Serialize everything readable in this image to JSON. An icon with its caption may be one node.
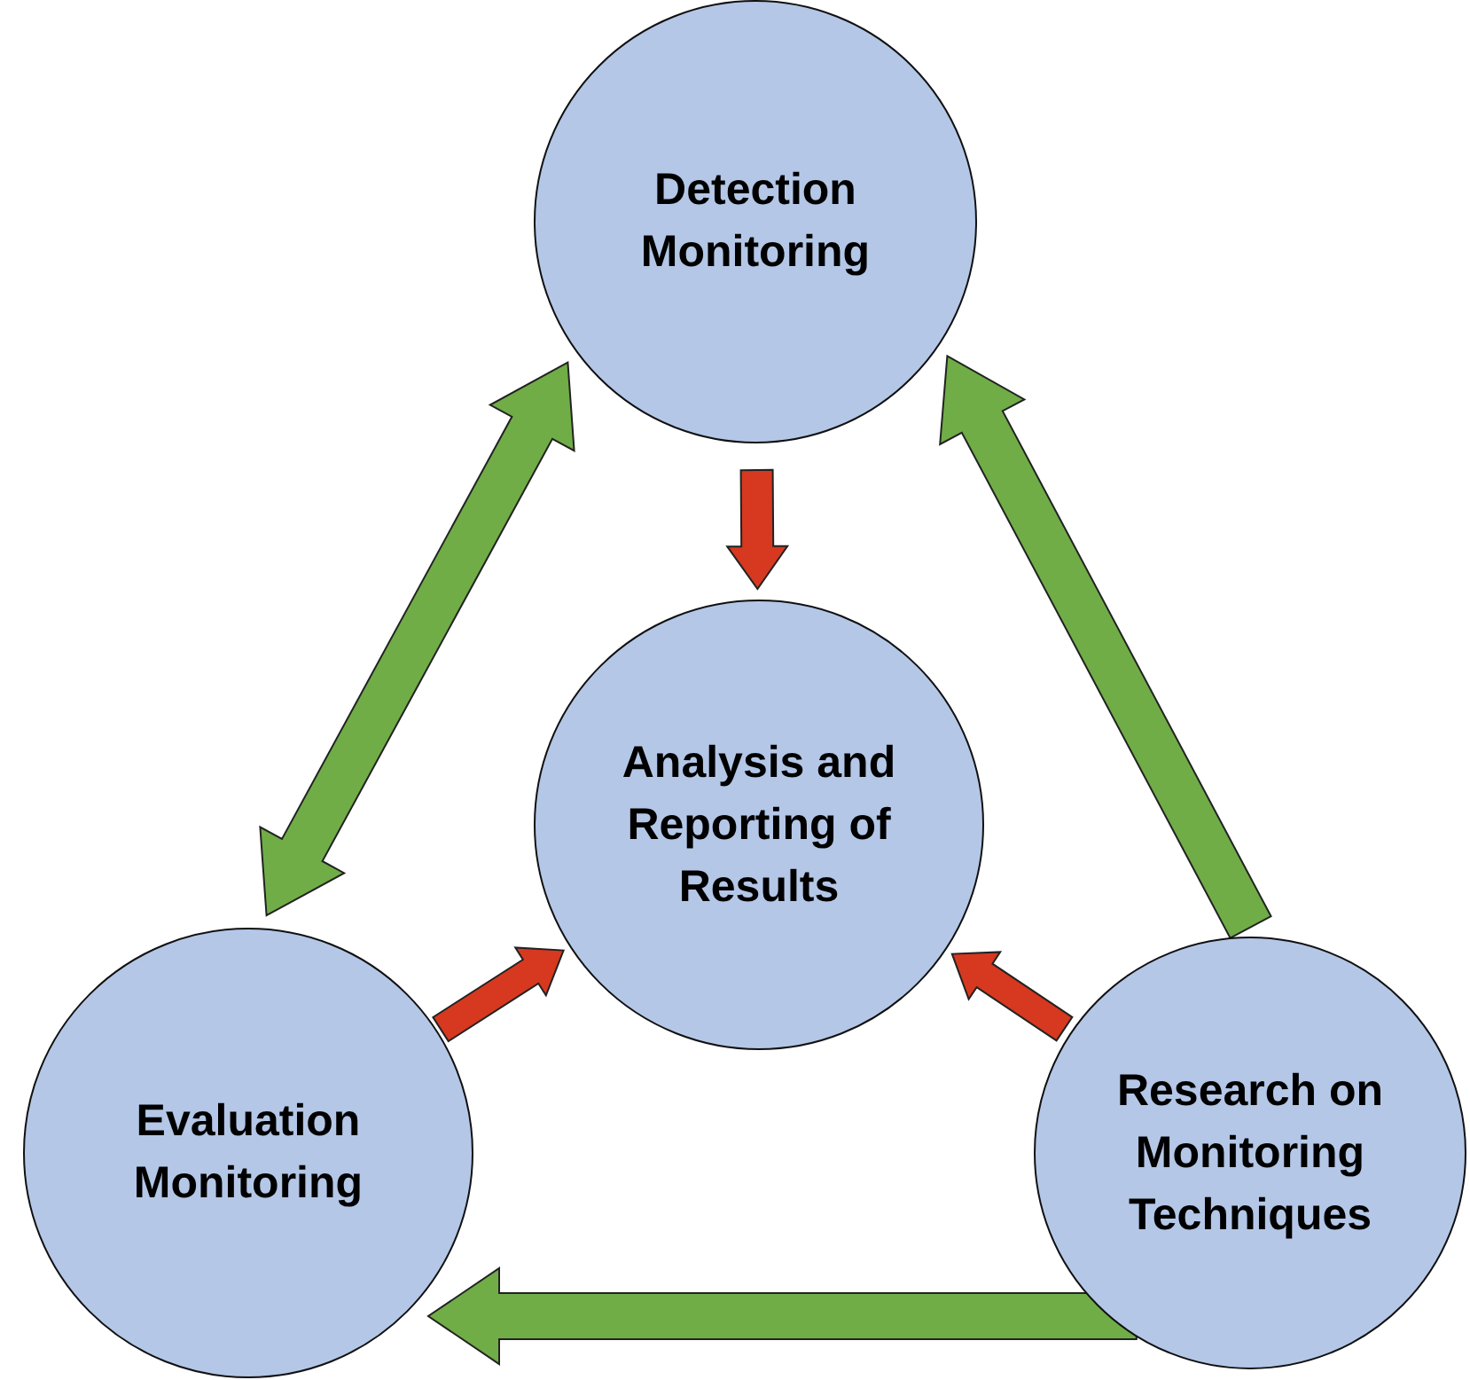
{
  "diagram": {
    "nodes": [
      {
        "text": [
          "Detection Monitoring"
        ]
      },
      {
        "text": [
          "Analysis and Reporting of Results"
        ]
      },
      {
        "text": [
          "Evaluation Monitoring"
        ]
      },
      {
        "text": [
          "Research on Monitoring Techniques"
        ]
      }
    ],
    "edges": [
      {
        "from": 0,
        "to": 1,
        "arrow": "to",
        "color": "#d6391f"
      },
      {
        "from": 2,
        "to": 0,
        "arrow": "both",
        "color": "#70ad47"
      },
      {
        "from": 3,
        "to": 0,
        "arrow": "to",
        "color": "#70ad47"
      },
      {
        "from": 3,
        "to": 2,
        "arrow": "to",
        "color": "#70ad47"
      },
      {
        "from": 2,
        "to": 1,
        "arrow": "to",
        "color": "#d6391f"
      },
      {
        "from": 3,
        "to": 1,
        "arrow": "to",
        "color": "#d6391f"
      }
    ]
  }
}
